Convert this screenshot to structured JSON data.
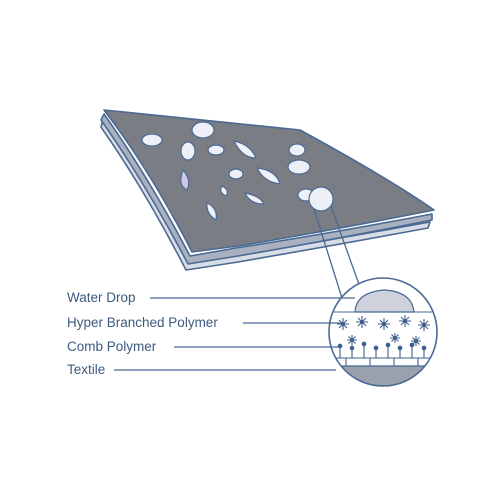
{
  "labels": {
    "water_drop": "Water Drop",
    "hyper_branched": "Hyper Branched Polymer",
    "comb_polymer": "Comb Polymer",
    "textile": "Textile"
  },
  "colors": {
    "outline": "#4a6994",
    "fabric_top": "#7b7d85",
    "fabric_mid": "#a9b0bf",
    "fabric_edge": "#d9dde6",
    "drop_fill": "#eef0f7",
    "drop_tint": "#cfc7e3",
    "polymer": "#3f5f8d",
    "textile_band": "#9aa1ad",
    "label_text": "#3d5a80"
  }
}
